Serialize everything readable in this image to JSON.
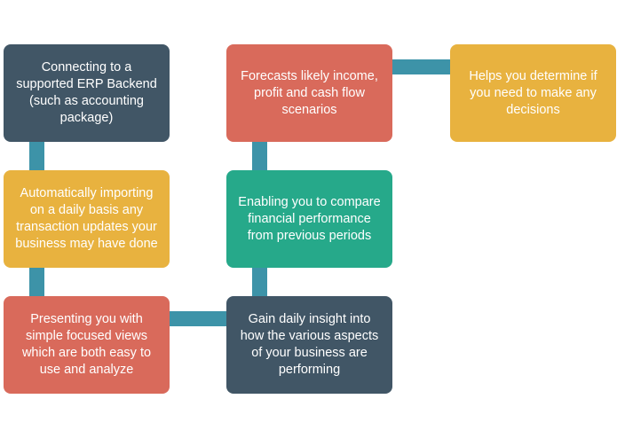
{
  "steps": [
    {
      "text": "Connecting to a supported ERP Backend (such as accounting package)",
      "color": "#415666"
    },
    {
      "text": "Automatically importing on a daily basis any transaction updates your business may have done",
      "color": "#e8b23f"
    },
    {
      "text": "Presenting you with simple focused views which are both easy to use and analyze",
      "color": "#d96a5b"
    },
    {
      "text": "Gain daily insight into how the various aspects of your business are performing",
      "color": "#415666"
    },
    {
      "text": "Enabling you to compare financial performance from previous periods",
      "color": "#26a98a"
    },
    {
      "text": "Forecasts likely income, profit and cash flow scenarios",
      "color": "#d96a5b"
    },
    {
      "text": "Helps you determine if you need to make any decisions",
      "color": "#e8b23f"
    }
  ],
  "connector_color": "#3d93a8"
}
